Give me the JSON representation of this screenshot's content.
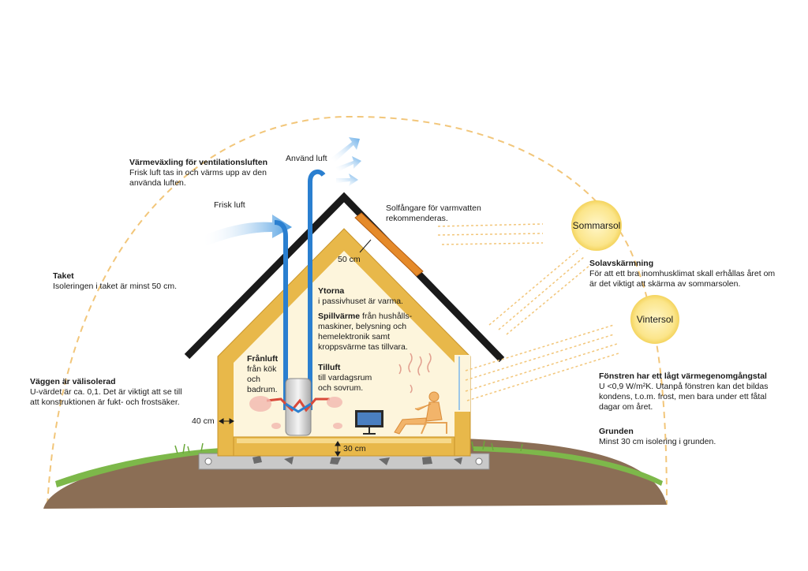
{
  "diagram": {
    "labels": {
      "heat_exchange": {
        "title": "Värmeväxling för ventilationsluften",
        "text": "Frisk luft tas in och värms upp av den\nanvända luften."
      },
      "fresh_air": "Frisk luft",
      "used_air": "Använd luft",
      "solar_collector": "Solfångare för varmvatten\nrekommenderas.",
      "roof": {
        "title": "Taket",
        "text": "Isoleringen i taket är minst 50 cm."
      },
      "surfaces": {
        "title": "Ytorna",
        "text": "i passivhuset är varma."
      },
      "waste_heat": {
        "title": "Spillvärme",
        "text": " från hushålls-\nmaskiner, belysning och\nhemelektronik samt\nkroppsvärme tas tillvara."
      },
      "exhaust": {
        "title": "Frånluft",
        "text": "från kök\noch\nbadrum."
      },
      "supply": {
        "title": "Tilluft",
        "text": "till vardagsrum\noch sovrum."
      },
      "walls": {
        "title": "Väggen är välisolerad",
        "text": "U-värdet är ca. 0,1. Det är viktigt att se till\natt konstruktionen är fukt- och frostsäker."
      },
      "shading": {
        "title": "Solavskärmning",
        "text": "För att ett bra inomhusklimat skall erhållas året om\när det viktigt att skärma av sommarsolen."
      },
      "windows": {
        "title": "Fönstren har ett lågt värmegenomgångstal",
        "text": "U <0,9 W/m²K. Utanpå fönstren kan det bildas\nkondens, t.o.m. frost, men bara under ett fåtal\ndagar om året."
      },
      "foundation": {
        "title": "Grunden",
        "text": "Minst 30 cm isolering i grunden."
      }
    },
    "dimensions": {
      "roof": "50 cm",
      "wall": "40 cm",
      "floor": "30 cm"
    },
    "suns": {
      "summer": "Sommarsol",
      "winter": "Vintersol"
    },
    "colors": {
      "insulation": "#e8b84a",
      "interior": "#fdf5dc",
      "roof": "#1a1a1a",
      "ground": "#8b6e55",
      "grass": "#7db84a",
      "duct": "#2a7fd0",
      "sun": "#fbe58a",
      "sun_path": "#f2c67a",
      "solar_panel": "#e58a2a",
      "heat": "#d94a3a"
    }
  }
}
